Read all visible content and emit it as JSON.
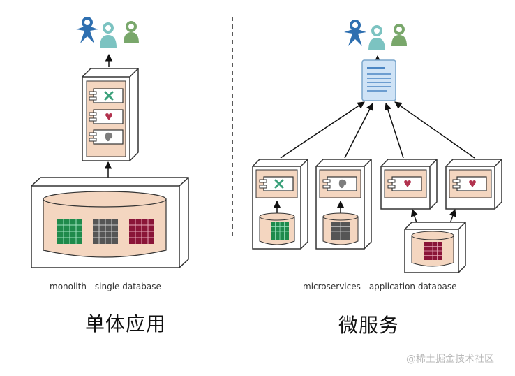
{
  "left": {
    "caption": "monolith - single database",
    "heading": "单体应用"
  },
  "right": {
    "caption": "microservices - application database",
    "heading": "微服务"
  },
  "watermark": "@稀土掘金技术社区",
  "colors": {
    "component_fill": "#f4d6c0",
    "user_blue": "#2e6fb0",
    "user_teal": "#7cc3c1",
    "user_green": "#79a76b",
    "grid_green": "#1f8a4c",
    "grid_gray": "#555555",
    "grid_red": "#8a1538",
    "feature_green": "#3aa07a",
    "feature_red": "#b2324e",
    "feature_gray": "#7d7d7d",
    "document_blue": "#cfe3f6"
  },
  "icons": [
    "users-icon",
    "document-icon",
    "database-icon",
    "feature-x-icon",
    "feature-heart-icon",
    "feature-blob-icon"
  ]
}
